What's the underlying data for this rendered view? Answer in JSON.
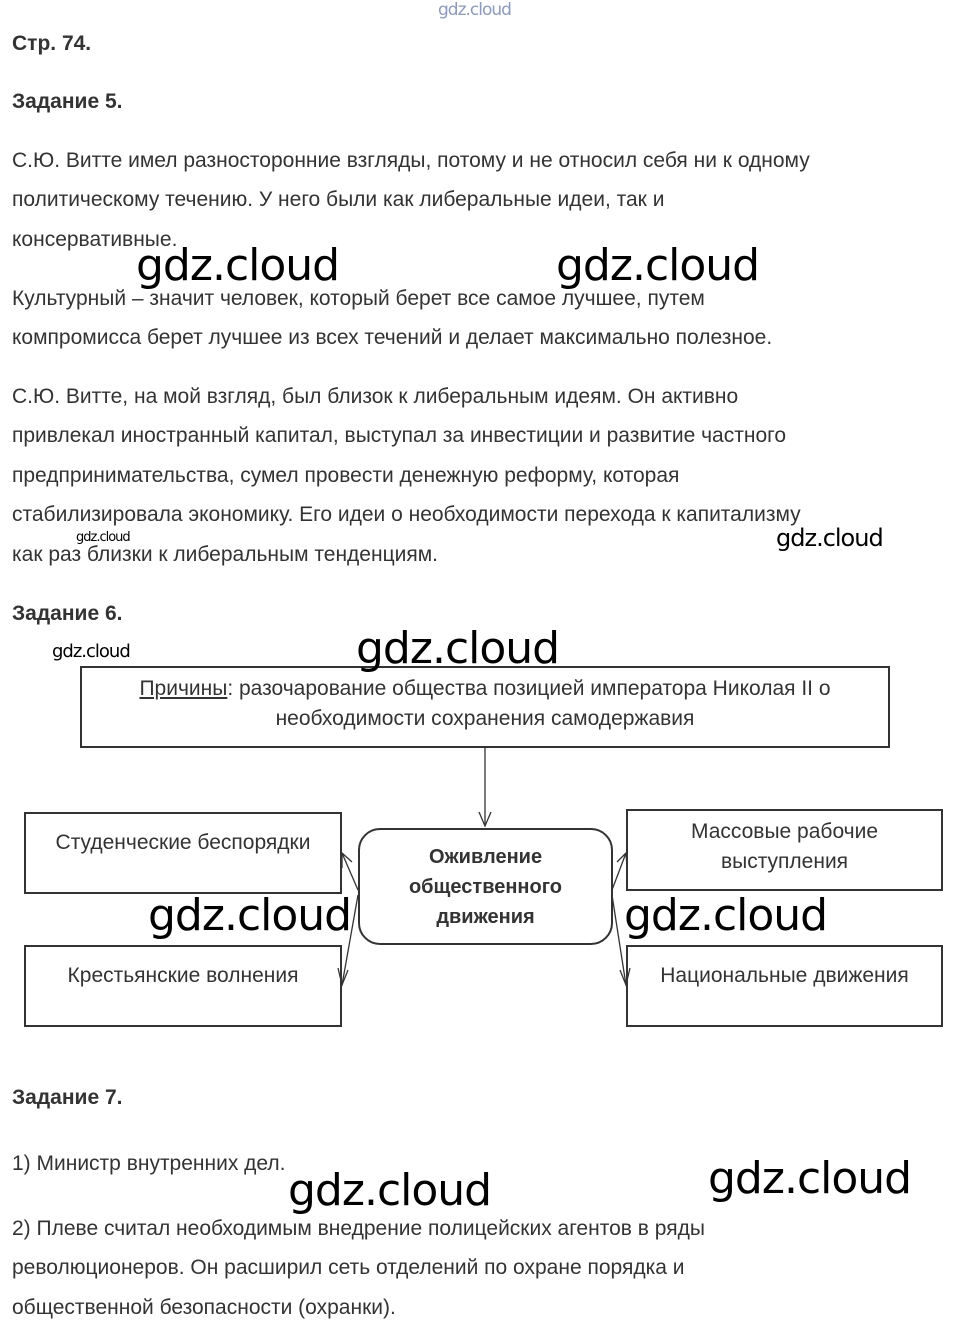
{
  "header_watermark": "gdz.cloud",
  "page_label": "Стр. 74.",
  "task5": {
    "title": "Задание 5.",
    "p1": [
      "С.Ю. Витте имел разносторонние взгляды, потому и не относил себя ни к одному",
      "политическому течению. У него были как либеральные идеи, так и",
      "консервативные."
    ],
    "p2": [
      "Культурный – значит человек, который берет все самое лучшее, путем",
      "компромисса берет лучшее из всех течений и делает максимально полезное."
    ],
    "p3": [
      "С.Ю. Витте, на мой взгляд, был близок к либеральным идеям. Он активно",
      "привлекал иностранный капитал, выступал за инвестиции и развитие частного",
      "предпринимательства, сумел провести денежную реформу, которая",
      "стабилизировала экономику. Его идеи о необходимости перехода к капитализму",
      "как раз близки к либеральным тенденциям."
    ]
  },
  "task6": {
    "title": "Задание 6.",
    "causes_label": "Причины",
    "causes_line1": ": разочарование общества позицией императора Николая II о",
    "causes_line2": "необходимости сохранения самодержавия",
    "center": [
      "Оживление",
      "общественного",
      "движения"
    ],
    "left_top": "Студенческие беспорядки",
    "left_bottom": "Крестьянские волнения",
    "right_top": [
      "Массовые рабочие",
      "выступления"
    ],
    "right_bottom": "Национальные движения"
  },
  "task7": {
    "title": "Задание 7.",
    "p1": "1) Министр внутренних дел.",
    "p2": [
      "2) Плеве считал необходимым внедрение полицейских агентов в ряды",
      "революционеров. Он расширил сеть отделений по охране порядка и",
      "общественной безопасности (охранки)."
    ]
  },
  "watermarks": [
    "gdz.cloud",
    "gdz.cloud",
    "gdz.cloud",
    "gdz.cloud",
    "gdz.cloud",
    "gdz.cloud",
    "gdz.cloud",
    "gdz.cloud",
    "gdz.cloud",
    "gdz.cloud",
    "gdz.cloud"
  ]
}
